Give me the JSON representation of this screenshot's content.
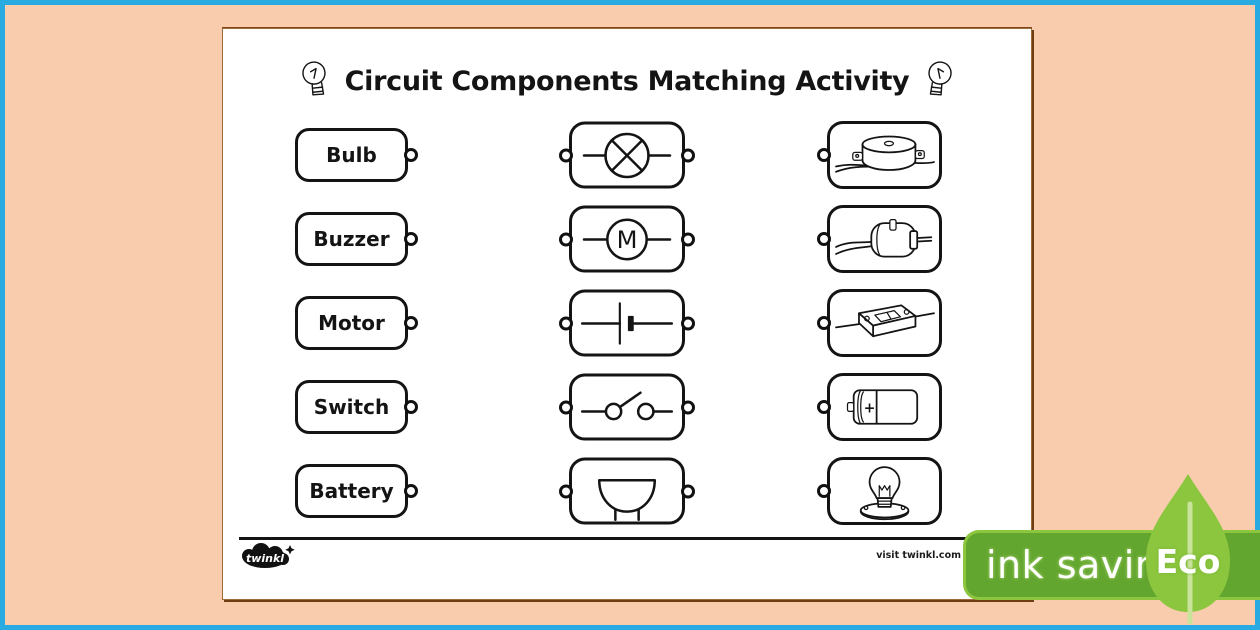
{
  "colors": {
    "frame_border": "#29ABE2",
    "background_peach": "#F8CCAD",
    "sheet_white": "#FFFFFF",
    "ink_black": "#141414",
    "eco_banner_fill": "#63A62F",
    "eco_banner_border": "#8CC63E",
    "eco_leaf_green": "#8CC63E",
    "eco_text_white": "#FFFFFF"
  },
  "title": {
    "text": "Circuit Components Matching Activity",
    "left_icon": "lightbulb-doodle-icon",
    "right_icon": "lightbulb-doodle-icon"
  },
  "rows": [
    {
      "label": "Bulb",
      "symbol_icon": "bulb-circuit-symbol",
      "picture_icon": "buzzer-picture"
    },
    {
      "label": "Buzzer",
      "symbol_icon": "motor-circuit-symbol",
      "picture_icon": "motor-picture"
    },
    {
      "label": "Motor",
      "symbol_icon": "battery-cell-circuit-symbol",
      "picture_icon": "switch-picture"
    },
    {
      "label": "Switch",
      "symbol_icon": "open-switch-circuit-symbol",
      "picture_icon": "battery-picture"
    },
    {
      "label": "Battery",
      "symbol_icon": "buzzer-circuit-symbol",
      "picture_icon": "bulb-picture"
    }
  ],
  "symbols": {
    "motor_letter": "M"
  },
  "pictures": {
    "battery_plus": "+"
  },
  "footer": {
    "brand": "twinkl",
    "visit_text": "visit twinkl.com"
  },
  "eco_badge": {
    "ink_saving": "ink saving",
    "eco": "Eco"
  }
}
